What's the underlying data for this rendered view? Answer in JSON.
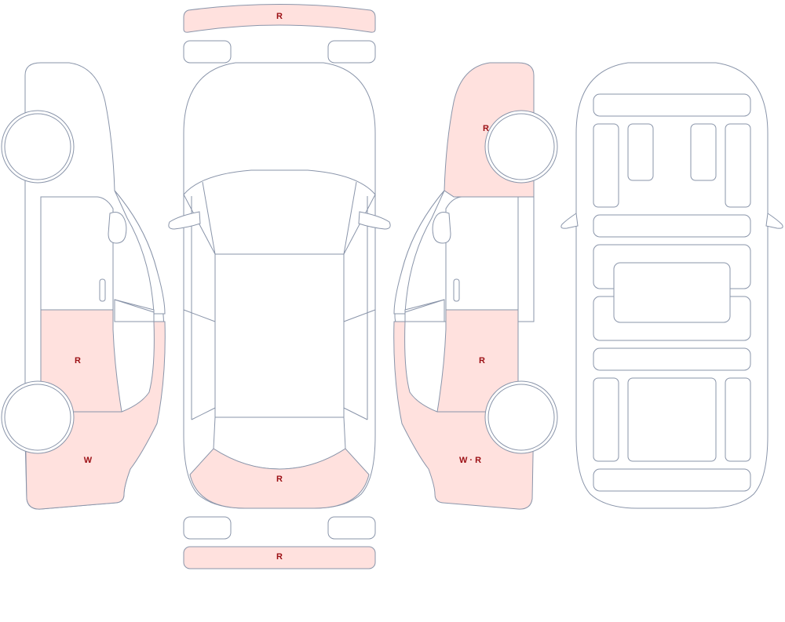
{
  "colors": {
    "damage_fill": "#ffe1de",
    "outline": "#8a95aa",
    "label": "#9b0f14",
    "background": "#ffffff"
  },
  "marks": {
    "front_bumper": "R",
    "rear_bumper": "R",
    "top_rear": "R",
    "left_rear_door": "R",
    "left_rear_quarter": "W",
    "right_front_fender": "R",
    "right_rear_door": "R",
    "right_rear_quarter": "W · R"
  }
}
